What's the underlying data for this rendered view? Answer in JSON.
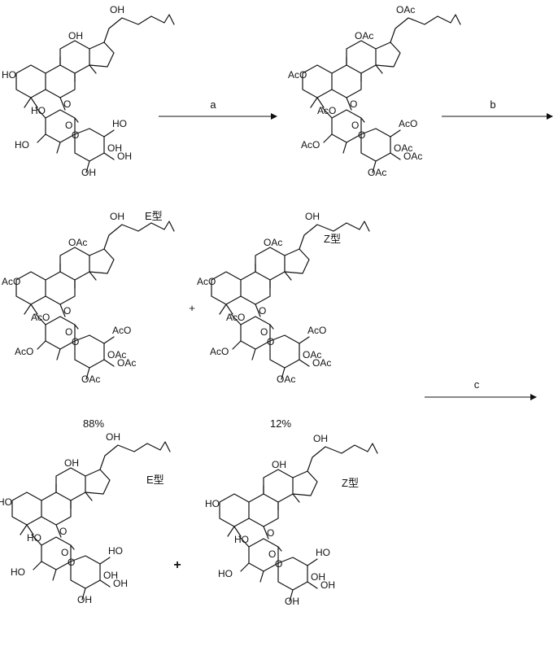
{
  "steps": [
    "a",
    "b",
    "c"
  ],
  "yields": [
    "88%",
    "12%"
  ],
  "plus_sign": "+",
  "isomers": [
    "E型",
    "Z型"
  ],
  "structures": {
    "s1": {
      "atoms": [
        "OH",
        "OH",
        "HO",
        "O",
        "HO",
        "O",
        "O",
        "OH",
        "HO",
        "OH",
        "OH",
        "HO"
      ],
      "oh": "OH"
    },
    "s2": {
      "atoms": [
        "OAc",
        "OAc",
        "AcO",
        "O",
        "AcO",
        "O",
        "O",
        "OAc",
        "AcO",
        "OAc",
        "OAc",
        "AcO"
      ],
      "oh": "OAc"
    },
    "s3": {
      "atoms": [
        "OAc",
        "OH",
        "AcO",
        "O",
        "AcO",
        "O",
        "O",
        "OAc",
        "AcO",
        "OAc",
        "OAc",
        "AcO"
      ],
      "oh": "OAc"
    },
    "s4": {
      "atoms": [
        "OAc",
        "OH",
        "AcO",
        "O",
        "AcO",
        "O",
        "O",
        "OAc",
        "AcO",
        "OAc",
        "OAc",
        "AcO"
      ],
      "oh": "OAc"
    },
    "s5": {
      "atoms": [
        "OH",
        "OH",
        "HO",
        "O",
        "HO",
        "O",
        "O",
        "OH",
        "HO",
        "OH",
        "OH",
        "HO"
      ],
      "oh": "OH"
    },
    "s6": {
      "atoms": [
        "OH",
        "OH",
        "HO",
        "O",
        "HO",
        "O",
        "O",
        "OH",
        "HO",
        "OH",
        "OH",
        "HO"
      ],
      "oh": "OH"
    }
  }
}
